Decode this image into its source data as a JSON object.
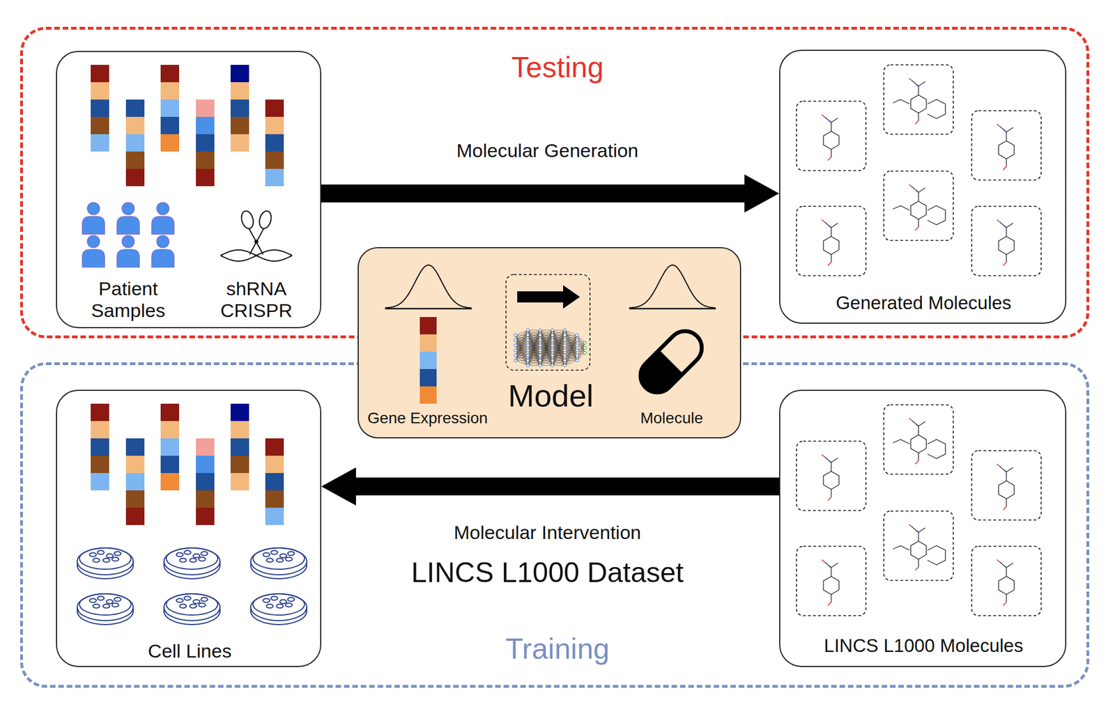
{
  "diagram": {
    "nodes": [
      {
        "text": [
          "Testing"
        ]
      },
      {
        "text": [
          "Patient Samples",
          "shRNA CRISPR"
        ],
        "in": 0
      },
      {
        "text": [
          "Generated Molecules"
        ],
        "in": 0
      },
      {
        "text": [
          "Gene Expression",
          "Model",
          "Molecule"
        ]
      },
      {
        "text": [
          "Training"
        ]
      },
      {
        "text": [
          "Cell Lines"
        ],
        "in": 4
      },
      {
        "text": [
          "LINCS L1000 Molecules"
        ],
        "in": 4
      }
    ],
    "edges": [
      {
        "from": 1,
        "to": 2,
        "arrow": "to",
        "label": "Molecular Generation"
      },
      {
        "from": 6,
        "to": 5,
        "arrow": "to",
        "label": "Molecular Intervention"
      }
    ],
    "labels": [
      "LINCS L1000 Dataset"
    ]
  }
}
